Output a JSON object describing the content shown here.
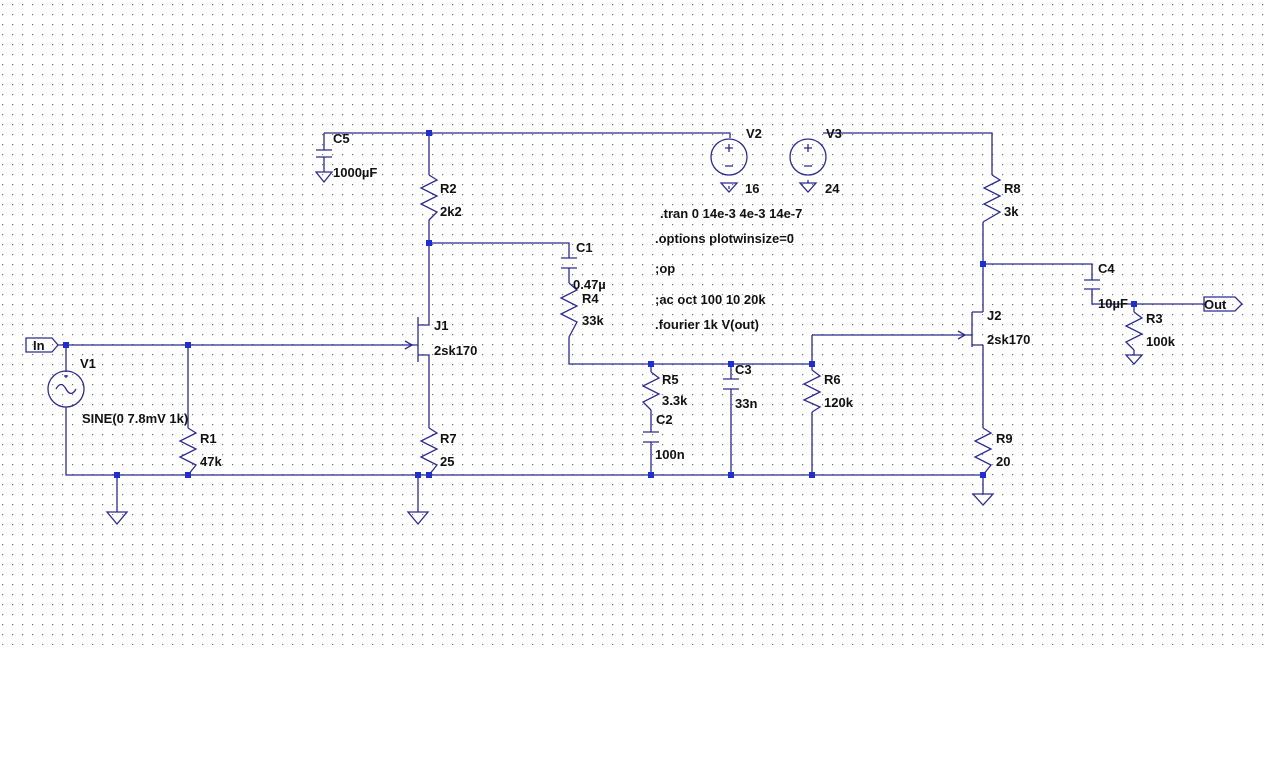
{
  "components": {
    "C5": {
      "ref": "C5",
      "value": "1000µF"
    },
    "R2": {
      "ref": "R2",
      "value": "2k2"
    },
    "C1": {
      "ref": "C1",
      "value": "0.47µ"
    },
    "R4": {
      "ref": "R4",
      "value": "33k"
    },
    "J1": {
      "ref": "J1",
      "value": "2sk170"
    },
    "V1": {
      "ref": "V1",
      "value": "SINE(0 7.8mV 1k)"
    },
    "R1": {
      "ref": "R1",
      "value": "47k"
    },
    "R7": {
      "ref": "R7",
      "value": "25"
    },
    "R5": {
      "ref": "R5",
      "value": "3.3k"
    },
    "C2": {
      "ref": "C2",
      "value": "100n"
    },
    "C3": {
      "ref": "C3",
      "value": "33n"
    },
    "R6": {
      "ref": "R6",
      "value": "120k"
    },
    "V2": {
      "ref": "V2",
      "value": "16"
    },
    "V3": {
      "ref": "V3",
      "value": "24"
    },
    "R8": {
      "ref": "R8",
      "value": "3k"
    },
    "C4": {
      "ref": "C4",
      "value": "10µF"
    },
    "R3": {
      "ref": "R3",
      "value": "100k"
    },
    "J2": {
      "ref": "J2",
      "value": "2sk170"
    },
    "R9": {
      "ref": "R9",
      "value": "20"
    }
  },
  "ports": {
    "in": "In",
    "out": "Out"
  },
  "directives": [
    ".tran 0 14e-3 4e-3 14e-7",
    ".options plotwinsize=0",
    ";op",
    ";ac oct 100 10 20k",
    ".fourier 1k V(out)"
  ],
  "colors": {
    "wire": "#2b2b8f",
    "junction": "#1f2fcf",
    "grid": "#6a6a6a",
    "text": "#111111",
    "background": "#ffffff"
  }
}
